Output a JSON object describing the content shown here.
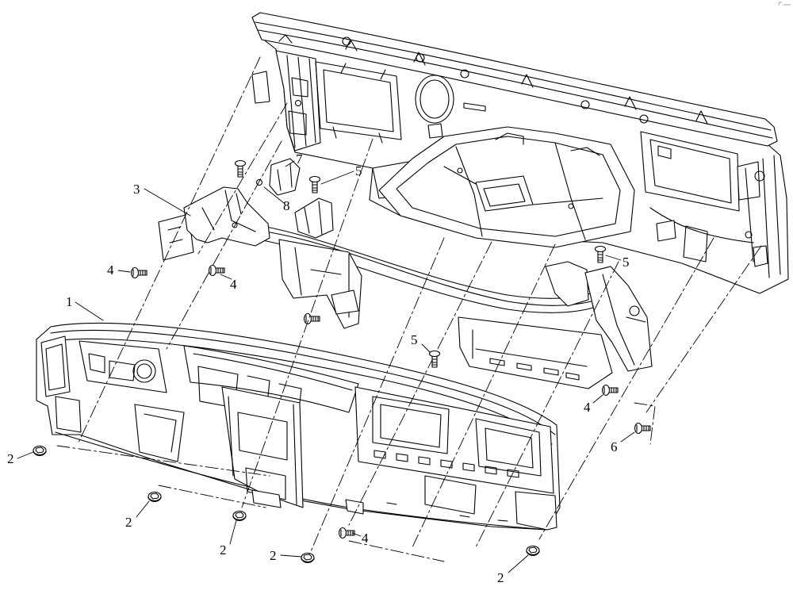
{
  "colors": {
    "line": "#000000",
    "background": "#ffffff"
  },
  "callouts": [
    "1",
    "2",
    "2",
    "2",
    "2",
    "2",
    "3",
    "4",
    "4",
    "4",
    "4",
    "5",
    "5",
    "5",
    "6",
    "7",
    "8"
  ]
}
